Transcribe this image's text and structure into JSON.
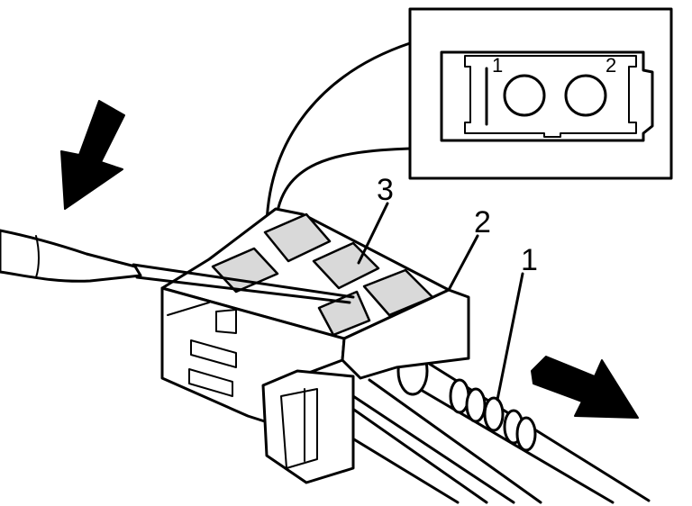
{
  "callouts": {
    "wire": "1",
    "connector": "2",
    "terminal": "3"
  },
  "detail": {
    "pin_1": "1",
    "pin_2": "2"
  },
  "colors": {
    "ink": "#000000",
    "paper": "#ffffff",
    "shade": "#d9d9d9"
  },
  "icons": [
    "push-down-arrow-icon",
    "pull-out-arrow-icon"
  ]
}
